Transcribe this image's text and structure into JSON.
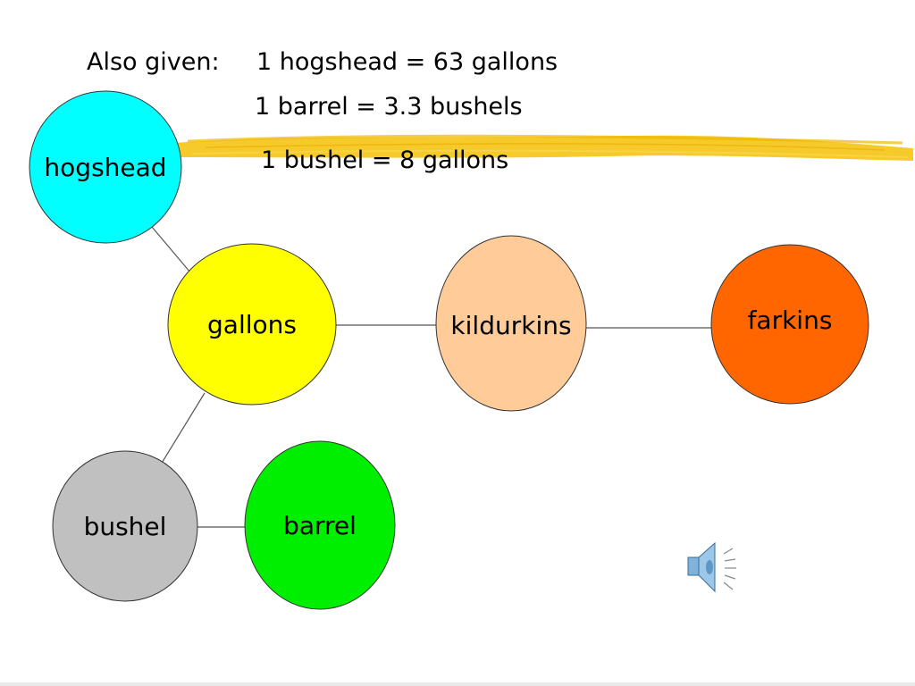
{
  "given": {
    "prefix": "Also given:",
    "line1": "1 hogshead = 63 gallons",
    "line2": "1 barrel = 3.3 bushels",
    "line3": "1 bushel = 8 gallons"
  },
  "nodes": [
    {
      "id": "hogshead",
      "label": "hogshead",
      "color": "#00ffff"
    },
    {
      "id": "gallons",
      "label": "gallons",
      "color": "#ffff00"
    },
    {
      "id": "kildurkins",
      "label": "kildurkins",
      "color": "#ffcc99"
    },
    {
      "id": "farkins",
      "label": "farkins",
      "color": "#ff6600"
    },
    {
      "id": "bushel",
      "label": "bushel",
      "color": "#c0c0c0"
    },
    {
      "id": "barrel",
      "label": "barrel",
      "color": "#00ee00"
    }
  ],
  "edges": [
    [
      "hogshead",
      "gallons"
    ],
    [
      "gallons",
      "kildurkins"
    ],
    [
      "kildurkins",
      "farkins"
    ],
    [
      "gallons",
      "bushel"
    ],
    [
      "bushel",
      "barrel"
    ]
  ],
  "decor": {
    "highlight_color": "#f5c518",
    "sound_icon": "speaker-icon"
  }
}
